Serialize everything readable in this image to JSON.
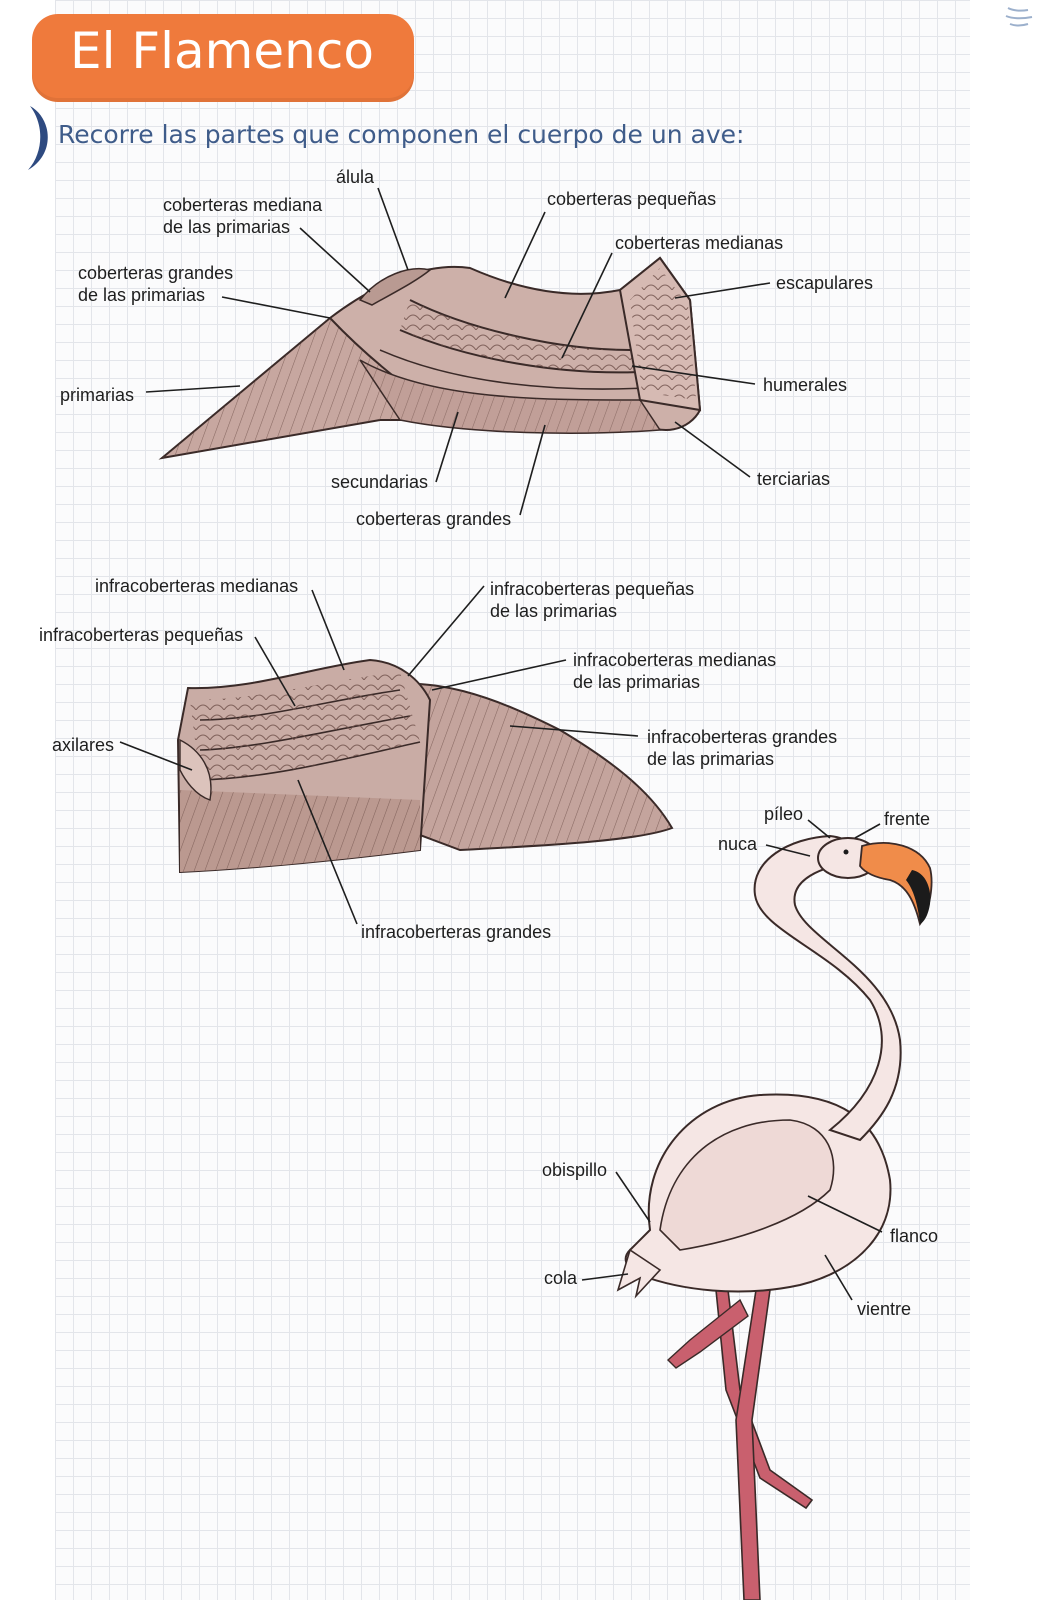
{
  "title": "El Flamenco",
  "subtitle": "Recorre las partes que componen el cuerpo de un ave:",
  "upper_wing": {
    "alula": "álula",
    "cob_mediana_primarias_1": "coberteras mediana",
    "cob_mediana_primarias_2": "de las primarias",
    "cob_grandes_primarias_1": "coberteras grandes",
    "cob_grandes_primarias_2": "de las primarias",
    "primarias": "primarias",
    "cob_pequenas": "coberteras pequeñas",
    "cob_medianas": "coberteras medianas",
    "escapulares": "escapulares",
    "humerales": "humerales",
    "terciarias": "terciarias",
    "secundarias": "secundarias",
    "cob_grandes": "coberteras grandes"
  },
  "under_wing": {
    "infra_medianas": "infracoberteras medianas",
    "infra_pequenas": "infracoberteras pequeñas",
    "axilares": "axilares",
    "infra_pequenas_prim_1": "infracoberteras pequeñas",
    "infra_pequenas_prim_2": "de las primarias",
    "infra_medianas_prim_1": "infracoberteras medianas",
    "infra_medianas_prim_2": "de las primarias",
    "infra_grandes_prim_1": "infracoberteras grandes",
    "infra_grandes_prim_2": "de las primarias",
    "infra_grandes": "infracoberteras grandes"
  },
  "flamingo": {
    "pileo": "píleo",
    "frente": "frente",
    "nuca": "nuca",
    "obispillo": "obispillo",
    "flanco": "flanco",
    "cola": "cola",
    "vientre": "vientre"
  },
  "colors": {
    "title_bg": "#ef7a3c",
    "subtitle": "#3f5c8a",
    "wing_fill": "#c9aaa2",
    "wing_light": "#dcc3bc",
    "body_fill": "#f5e6e4",
    "leg": "#c9606e",
    "beak": "#f08c4a"
  }
}
